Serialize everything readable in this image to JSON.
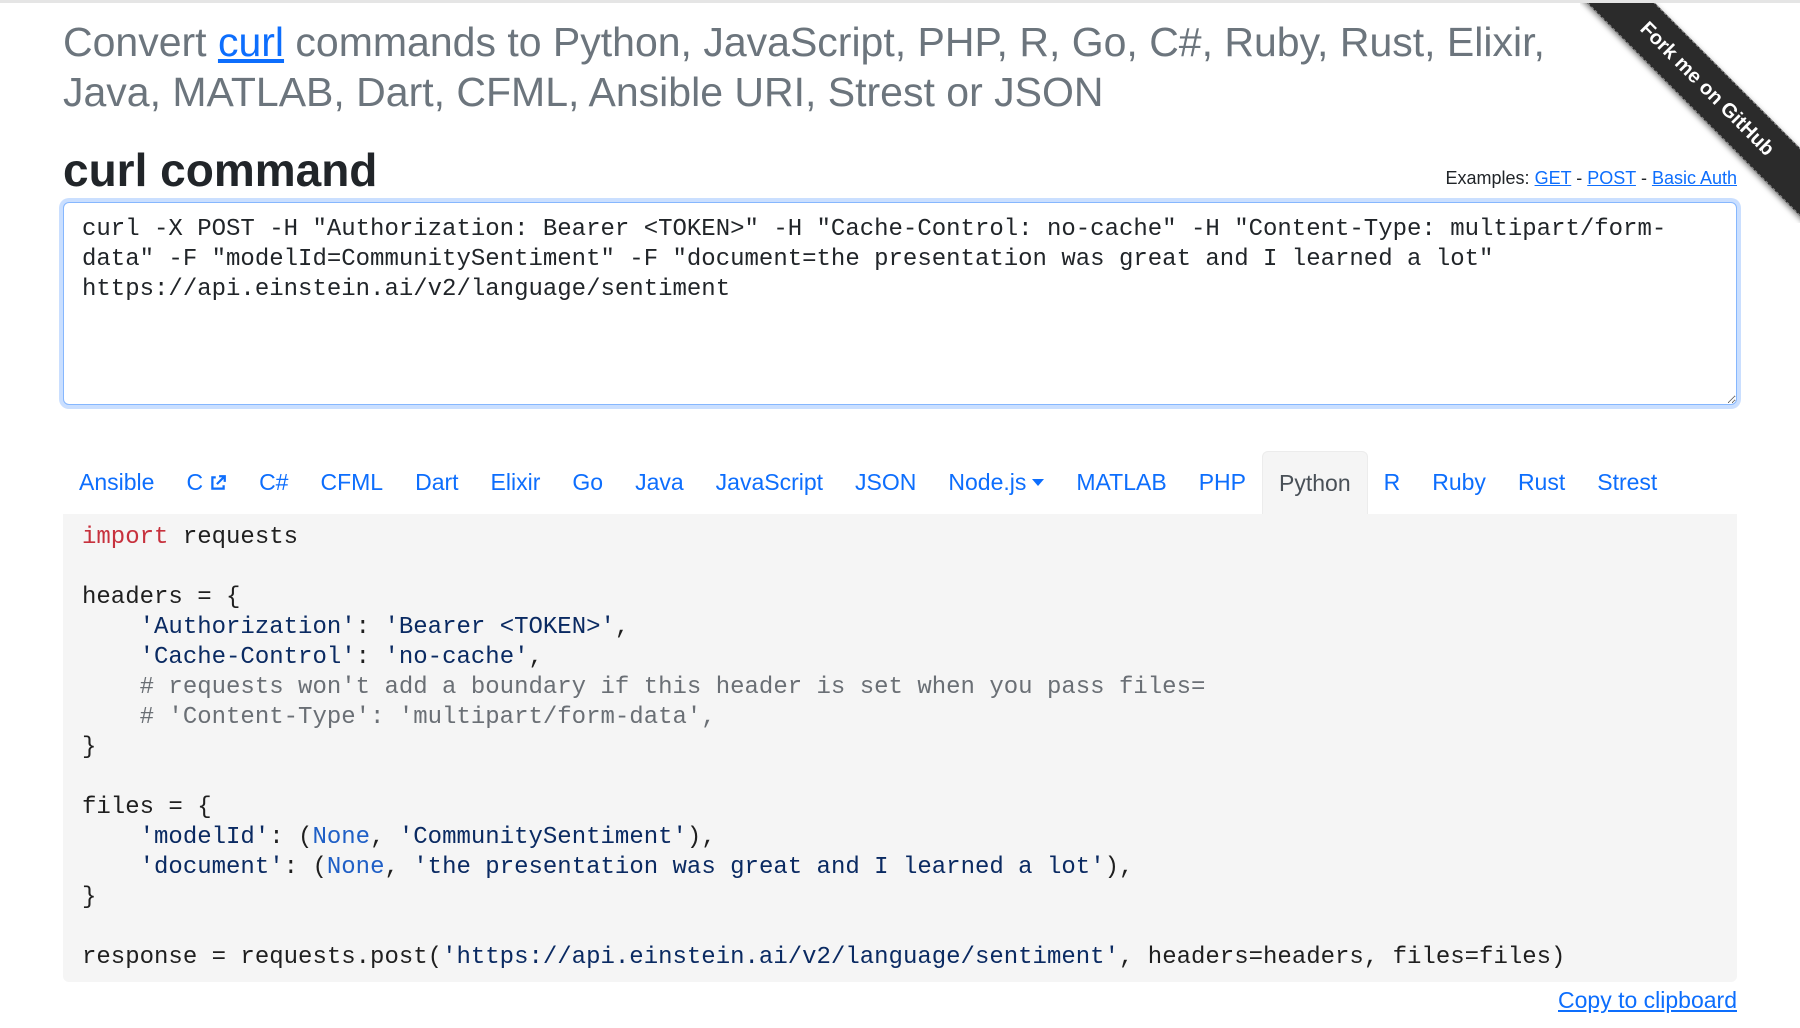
{
  "title": {
    "prefix": "Convert ",
    "link": "curl",
    "suffix": " commands to Python, JavaScript, PHP, R, Go, C#, Ruby, Rust, Elixir, Java, MATLAB, Dart, CFML, Ansible URI, Strest or JSON"
  },
  "heading": "curl command",
  "examples": {
    "label": "Examples:",
    "items": [
      "GET",
      "POST",
      "Basic Auth"
    ],
    "sep": " - "
  },
  "ribbon": "Fork me on GitHub",
  "curl_input": "curl -X POST -H \"Authorization: Bearer <TOKEN>\" -H \"Cache-Control: no-cache\" -H \"Content-Type: multipart/form-data\" -F \"modelId=CommunitySentiment\" -F \"document=the presentation was great and I learned a lot\" https://api.einstein.ai/v2/language/sentiment\n",
  "tabs": [
    "Ansible",
    "C",
    "C#",
    "CFML",
    "Dart",
    "Elixir",
    "Go",
    "Java",
    "JavaScript",
    "JSON",
    "Node.js",
    "MATLAB",
    "PHP",
    "Python",
    "R",
    "Ruby",
    "Rust",
    "Strest"
  ],
  "active_tab": "Python",
  "code": {
    "l1_kw": "import",
    "l1_rest": " requests",
    "l3": "headers = {",
    "l4_k": "'Authorization'",
    "l4_v": "'Bearer <TOKEN>'",
    "l5_k": "'Cache-Control'",
    "l5_v": "'no-cache'",
    "l6": "# requests won't add a boundary if this header is set when you pass files=",
    "l7": "# 'Content-Type': 'multipart/form-data',",
    "close": "}",
    "l10": "files = {",
    "l11_k": "'modelId'",
    "l11_v": "'CommunitySentiment'",
    "l12_k": "'document'",
    "l12_v": "'the presentation was great and I learned a lot'",
    "none": "None",
    "l15_a": "response = requests.post(",
    "l15_url": "'https://api.einstein.ai/v2/language/sentiment'",
    "l15_b": ", headers=headers, files=files)"
  },
  "copy_label": "Copy to clipboard"
}
